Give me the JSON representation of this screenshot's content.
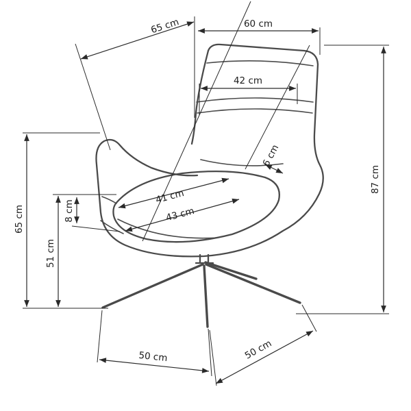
{
  "diagram": {
    "subject": "armchair-dimension-drawing",
    "unit": "cm",
    "dimensions": {
      "depth_top": "65 cm",
      "width_top": "60 cm",
      "backrest_width": "42 cm",
      "backrest_thickness": "6 cm",
      "total_height": "87 cm",
      "seat_depth": "41 cm",
      "seat_width": "43 cm",
      "cushion_height": "8 cm",
      "seat_height": "51 cm",
      "armrest_height": "65 cm",
      "base_width": "50 cm",
      "base_depth": "50 cm"
    },
    "colors": {
      "chair_line": "#4a4a4a",
      "dimension_line": "#2a2a2a",
      "label_text": "#1c1c1c",
      "background": "#ffffff"
    }
  }
}
